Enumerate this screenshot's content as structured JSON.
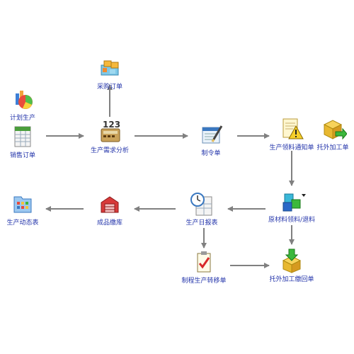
{
  "colors": {
    "arrow": "#808080",
    "label": "#2233aa"
  },
  "nodes": {
    "plan": {
      "label": "计划生产",
      "icon": "pie-chart-icon"
    },
    "sales": {
      "label": "销售订单",
      "icon": "spreadsheet-icon"
    },
    "analysis": {
      "label": "生产需求分析",
      "icon": "calculator-123-icon"
    },
    "purchase": {
      "label": "采购订单",
      "icon": "blocks-icon"
    },
    "order": {
      "label": "制令单",
      "icon": "document-pen-icon"
    },
    "issue": {
      "label": "生产领料通知单",
      "icon": "warning-document-icon"
    },
    "outsource": {
      "label": "托外加工单",
      "icon": "box-arrow-icon"
    },
    "return": {
      "label": "原材料领料/退料",
      "icon": "cubes-icon"
    },
    "daily": {
      "label": "生产日报表",
      "icon": "clock-sheet-icon"
    },
    "stock": {
      "label": "成品缴库",
      "icon": "warehouse-icon"
    },
    "status": {
      "label": "生产动态表",
      "icon": "folder-grid-icon"
    },
    "transfer": {
      "label": "制程生产转移单",
      "icon": "checklist-icon"
    },
    "receipt": {
      "label": "托外加工缴回单",
      "icon": "box-down-arrow-icon"
    }
  }
}
